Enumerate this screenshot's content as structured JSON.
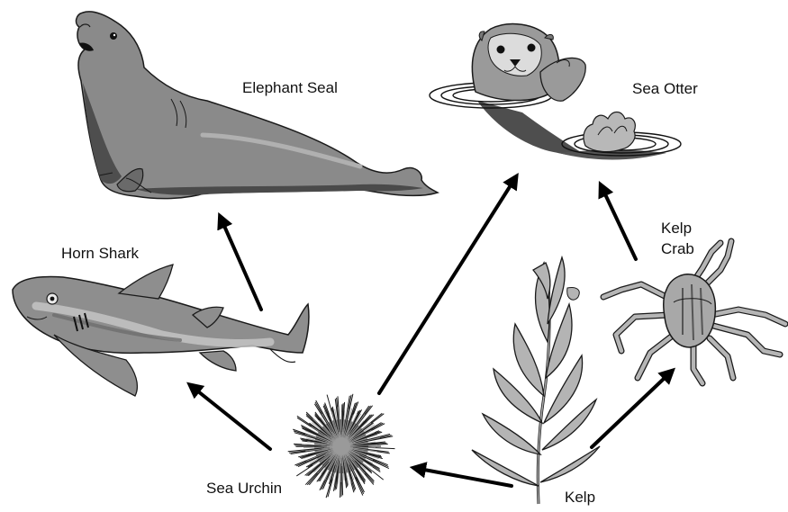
{
  "labels": {
    "elephant_seal": "Elephant Seal",
    "sea_otter": "Sea Otter",
    "horn_shark": "Horn Shark",
    "kelp_crab_line1": "Kelp",
    "kelp_crab_line2": "Crab",
    "sea_urchin": "Sea Urchin",
    "kelp": "Kelp"
  },
  "arrows": [
    {
      "from": "Horn Shark",
      "to": "Elephant Seal"
    },
    {
      "from": "Sea Urchin",
      "to": "Horn Shark"
    },
    {
      "from": "Sea Urchin",
      "to": "Sea Otter"
    },
    {
      "from": "Kelp",
      "to": "Sea Urchin"
    },
    {
      "from": "Kelp",
      "to": "Kelp Crab"
    },
    {
      "from": "Kelp Crab",
      "to": "Sea Otter"
    }
  ],
  "colors": {
    "dark": "#4a4a4a",
    "mid": "#8c8c8c",
    "light": "#b5b5b5",
    "outline": "#1a1a1a"
  }
}
